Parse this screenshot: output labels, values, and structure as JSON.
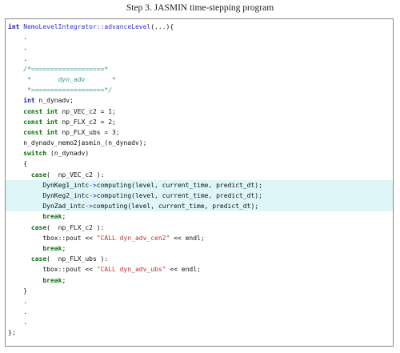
{
  "caption": "Step 3. JASMIN time-stepping program",
  "code_lines": [
    {
      "hl": false,
      "tokens": [
        {
          "t": "kw",
          "v": "int"
        },
        {
          "t": "plain",
          "v": " "
        },
        {
          "t": "fn",
          "v": "NemoLevelIntegrator::advanceLevel"
        },
        {
          "t": "plain",
          "v": "(...){"
        }
      ]
    },
    {
      "hl": false,
      "tokens": [
        {
          "t": "plain",
          "v": "    ."
        }
      ]
    },
    {
      "hl": false,
      "tokens": [
        {
          "t": "plain",
          "v": "    ."
        }
      ]
    },
    {
      "hl": false,
      "tokens": [
        {
          "t": "plain",
          "v": "    ."
        }
      ]
    },
    {
      "hl": false,
      "tokens": [
        {
          "t": "cmt",
          "v": "    /*===================*"
        }
      ]
    },
    {
      "hl": false,
      "tokens": [
        {
          "t": "cmt",
          "v": "     *       dyn_adv       *"
        }
      ]
    },
    {
      "hl": false,
      "tokens": [
        {
          "t": "cmt",
          "v": "     *===================*/"
        }
      ]
    },
    {
      "hl": false,
      "tokens": [
        {
          "t": "plain",
          "v": "    "
        },
        {
          "t": "kw",
          "v": "int"
        },
        {
          "t": "plain",
          "v": " n_dynadv;"
        }
      ]
    },
    {
      "hl": false,
      "tokens": [
        {
          "t": "plain",
          "v": "    "
        },
        {
          "t": "kw2",
          "v": "const int"
        },
        {
          "t": "plain",
          "v": " np_VEC_c2 = 1;"
        }
      ]
    },
    {
      "hl": false,
      "tokens": [
        {
          "t": "plain",
          "v": "    "
        },
        {
          "t": "kw2",
          "v": "const int"
        },
        {
          "t": "plain",
          "v": " np_FLX_c2 = 2;"
        }
      ]
    },
    {
      "hl": false,
      "tokens": [
        {
          "t": "plain",
          "v": "    "
        },
        {
          "t": "kw2",
          "v": "const int"
        },
        {
          "t": "plain",
          "v": " np_FLX_ubs = 3;"
        }
      ]
    },
    {
      "hl": false,
      "tokens": [
        {
          "t": "plain",
          "v": "    n_dynadv_nemo2jasmin_(n_dynadv);"
        }
      ]
    },
    {
      "hl": false,
      "tokens": [
        {
          "t": "plain",
          "v": "    "
        },
        {
          "t": "kw2",
          "v": "switch"
        },
        {
          "t": "plain",
          "v": " (n_dynadv)"
        }
      ]
    },
    {
      "hl": false,
      "tokens": [
        {
          "t": "plain",
          "v": "    {"
        }
      ]
    },
    {
      "hl": false,
      "tokens": [
        {
          "t": "plain",
          "v": "      "
        },
        {
          "t": "kw2",
          "v": "case"
        },
        {
          "t": "plain",
          "v": "(  np_VEC_c2 ):"
        }
      ]
    },
    {
      "hl": true,
      "tokens": [
        {
          "t": "plain",
          "v": "         DynKeg1_intc"
        },
        {
          "t": "ptr",
          "v": "->"
        },
        {
          "t": "plain",
          "v": "computing(level, current_time, predict_dt);"
        }
      ]
    },
    {
      "hl": true,
      "tokens": [
        {
          "t": "plain",
          "v": "         DynKeg2_intc"
        },
        {
          "t": "ptr",
          "v": "->"
        },
        {
          "t": "plain",
          "v": "computing(level, current_time, predict_dt);"
        }
      ]
    },
    {
      "hl": true,
      "tokens": [
        {
          "t": "plain",
          "v": "         DynZad_intc"
        },
        {
          "t": "ptr",
          "v": "->"
        },
        {
          "t": "plain",
          "v": "computing(level, current_time, predict_dt);"
        }
      ]
    },
    {
      "hl": false,
      "tokens": [
        {
          "t": "plain",
          "v": "         "
        },
        {
          "t": "kw2",
          "v": "break"
        },
        {
          "t": "plain",
          "v": ";"
        }
      ]
    },
    {
      "hl": false,
      "tokens": [
        {
          "t": "plain",
          "v": "      "
        },
        {
          "t": "kw2",
          "v": "case"
        },
        {
          "t": "plain",
          "v": "(  np_FLX_c2 ):"
        }
      ]
    },
    {
      "hl": false,
      "tokens": [
        {
          "t": "plain",
          "v": "         tbox::pout << "
        },
        {
          "t": "str",
          "v": "\"CALL dyn_adv_cen2\""
        },
        {
          "t": "plain",
          "v": " << endl;"
        }
      ]
    },
    {
      "hl": false,
      "tokens": [
        {
          "t": "plain",
          "v": "         "
        },
        {
          "t": "kw2",
          "v": "break"
        },
        {
          "t": "plain",
          "v": ";"
        }
      ]
    },
    {
      "hl": false,
      "tokens": [
        {
          "t": "plain",
          "v": "      "
        },
        {
          "t": "kw2",
          "v": "case"
        },
        {
          "t": "plain",
          "v": "(  np_FLX_ubs ):"
        }
      ]
    },
    {
      "hl": false,
      "tokens": [
        {
          "t": "plain",
          "v": "         tbox::pout << "
        },
        {
          "t": "str",
          "v": "\"CALL dyn_adv_ubs\""
        },
        {
          "t": "plain",
          "v": " << endl;"
        }
      ]
    },
    {
      "hl": false,
      "tokens": [
        {
          "t": "plain",
          "v": "         "
        },
        {
          "t": "kw2",
          "v": "break"
        },
        {
          "t": "plain",
          "v": ";"
        }
      ]
    },
    {
      "hl": false,
      "tokens": [
        {
          "t": "plain",
          "v": "    }"
        }
      ]
    },
    {
      "hl": false,
      "tokens": [
        {
          "t": "plain",
          "v": "    ."
        }
      ]
    },
    {
      "hl": false,
      "tokens": [
        {
          "t": "plain",
          "v": "    ."
        }
      ]
    },
    {
      "hl": false,
      "tokens": [
        {
          "t": "plain",
          "v": "    ."
        }
      ]
    },
    {
      "hl": false,
      "tokens": [
        {
          "t": "plain",
          "v": "};"
        }
      ]
    }
  ],
  "colors": {
    "highlight": "#dff6f8",
    "keyword": "#1a1aa6",
    "keyword_green": "#0c6e0c",
    "comment": "#3a8f8f",
    "string": "#c72c2c"
  }
}
